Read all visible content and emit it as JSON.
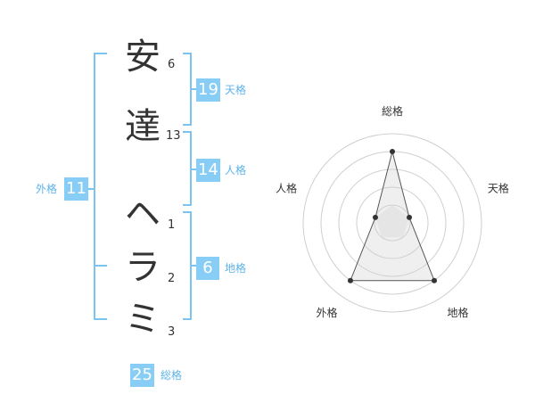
{
  "name_chars": [
    {
      "char": "安",
      "strokes": "6"
    },
    {
      "char": "達",
      "strokes": "13"
    },
    {
      "char": "ヘ",
      "strokes": "1"
    },
    {
      "char": "ラ",
      "strokes": "2"
    },
    {
      "char": "ミ",
      "strokes": "3"
    }
  ],
  "kakusu": {
    "tenkaku": {
      "value": "19",
      "label": "天格"
    },
    "jinkaku": {
      "value": "14",
      "label": "人格"
    },
    "chikaku": {
      "value": "6",
      "label": "地格"
    },
    "gaikaku": {
      "value": "11",
      "label": "外格"
    },
    "soukaku": {
      "value": "25",
      "label": "総格"
    }
  },
  "colors": {
    "accent": "#88cdf6",
    "accent_text": "#5fb3e8",
    "bracket": "#7cc4f0"
  },
  "chart_data": {
    "type": "radar",
    "axes": [
      "総格",
      "天格",
      "地格",
      "外格",
      "人格"
    ],
    "values": [
      4,
      1,
      4,
      4,
      1
    ],
    "rings": 5
  }
}
